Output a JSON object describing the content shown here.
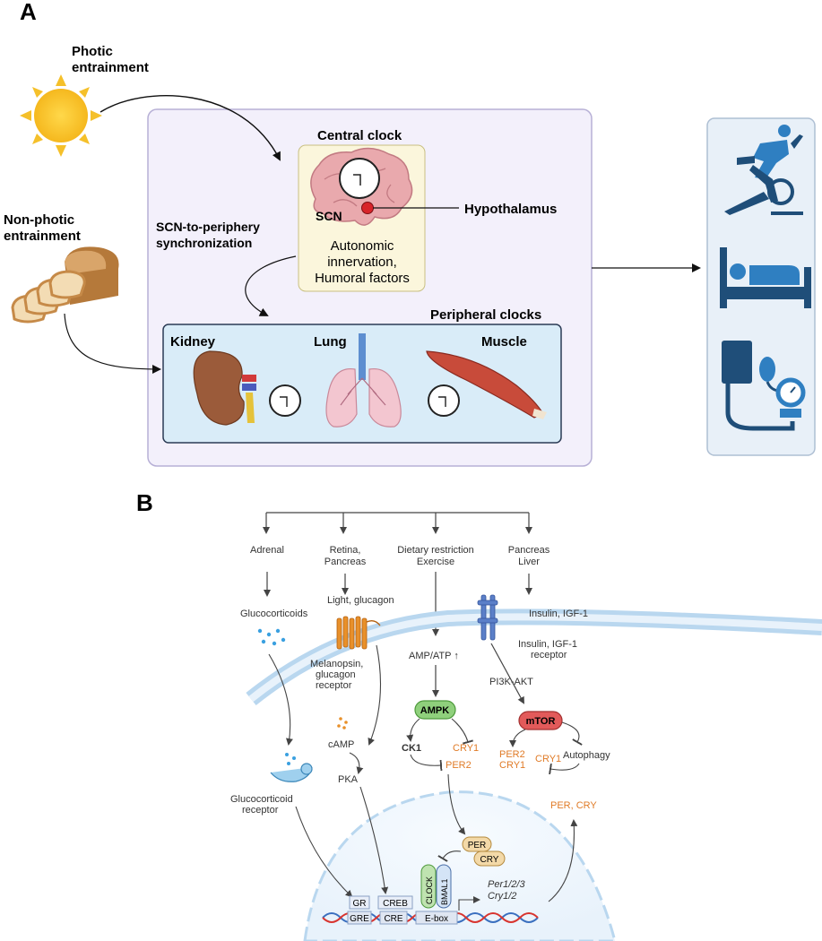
{
  "panel_a": {
    "letter": "A",
    "photic_line1": "Photic",
    "photic_line2": "entrainment",
    "nonphotic_line1": "Non-photic",
    "nonphotic_line2": "entrainment",
    "central_clock": "Central clock",
    "scn": "SCN",
    "hypothalamus": "Hypothalamus",
    "autonomic_line1": "Autonomic",
    "autonomic_line2": "innervation,",
    "autonomic_line3": "Humoral factors",
    "sync_line1": "SCN-to-periphery",
    "sync_line2": "synchronization",
    "peripheral_clocks": "Peripheral clocks",
    "kidney": "Kidney",
    "lung": "Lung",
    "muscle": "Muscle",
    "outcome_icons": [
      "exercise-bike-icon",
      "bed-icon",
      "blood-pressure-monitor-icon"
    ]
  },
  "panel_b": {
    "letter": "B",
    "adrenal": "Adrenal",
    "retina_line1": "Retina,",
    "retina_line2": "Pancreas",
    "dietary_line1": "Dietary restriction",
    "dietary_line2": "Exercise",
    "pancreas_line1": "Pancreas",
    "pancreas_line2": "Liver",
    "glucocorticoids": "Glucocorticoids",
    "light_glucagon": "Light, glucagon",
    "insulin_igf": "Insulin, IGF-1",
    "melanopsin_line1": "Melanopsin,",
    "melanopsin_line2": "glucagon",
    "melanopsin_line3": "receptor",
    "ampatp": "AMP/ATP ↑",
    "insulin_receptor_line1": "Insulin, IGF-1",
    "insulin_receptor_line2": "receptor",
    "pi3k": "PI3K-AKT",
    "ampk": "AMPK",
    "mtor": "mTOR",
    "ck1": "CK1",
    "cry1_a": "CRY1",
    "per2_a": "PER2",
    "per2_b": "PER2",
    "cry1_b": "CRY1",
    "cry1_c": "CRY1",
    "autophagy": "Autophagy",
    "camp": "cAMP",
    "pka": "PKA",
    "gr_line1": "Glucocorticoid",
    "gr_line2": "receptor",
    "per_cry": "PER, CRY",
    "per": "PER",
    "cry": "CRY",
    "clock": "CLOCK",
    "bmal1": "BMAL1",
    "gr": "GR",
    "creb": "CREB",
    "gre": "GRE",
    "cre": "CRE",
    "ebox": "E-box",
    "per123": "Per1/2/3",
    "cry12": "Cry1/2"
  },
  "colors": {
    "panel_a_box": "#f3f0fb",
    "panel_a_border": "#b7b0d6",
    "peripheral_box": "#d9ecf8",
    "central_box": "#fbf6dc",
    "outcome_box": "#e8f0f8",
    "icon_blue": "#2f7fc1",
    "icon_dark": "#1f4e79",
    "orange_text": "#e07b27",
    "membrane": "#b9d7ef"
  }
}
